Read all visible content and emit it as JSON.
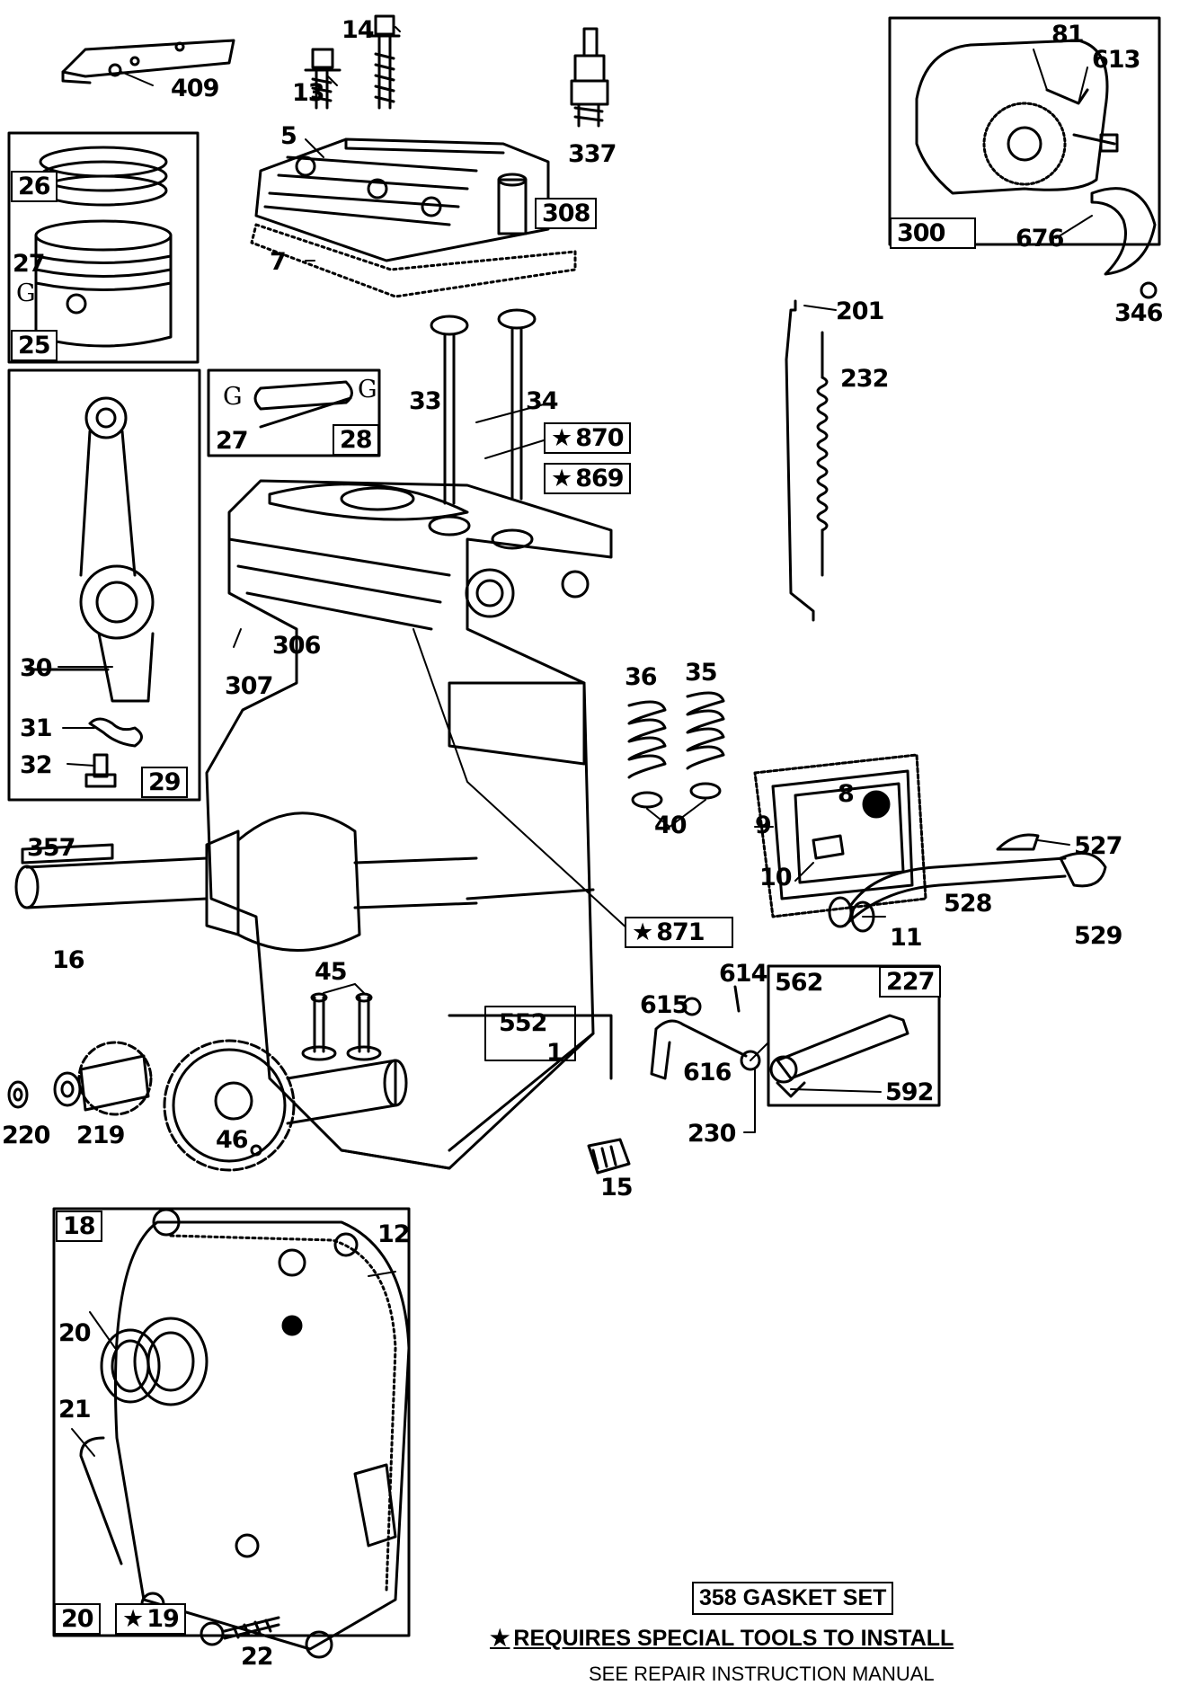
{
  "callouts": {
    "c409": "409",
    "c14": "14",
    "c13": "13",
    "c337": "337",
    "c5": "5",
    "c308": "308",
    "c7": "7",
    "c26": "26",
    "c27a": "27",
    "c27a_g": "G",
    "c25": "25",
    "c27b": "27",
    "c28": "28",
    "c28_g1": "G",
    "c28_g2": "G",
    "c33": "33",
    "c34": "34",
    "c870": "870",
    "c869": "869",
    "c30": "30",
    "c31": "31",
    "c32": "32",
    "c29": "29",
    "c306": "306",
    "c307": "307",
    "c36": "36",
    "c35": "35",
    "c40": "40",
    "c300": "300",
    "c81": "81",
    "c613": "613",
    "c676": "676",
    "c346": "346",
    "c201": "201",
    "c232": "232",
    "c8": "8",
    "c9": "9",
    "c10": "10",
    "c527": "527",
    "c528": "528",
    "c11": "11",
    "c529": "529",
    "c357": "357",
    "c16": "16",
    "c871": "871",
    "c45": "45",
    "c552": "552",
    "c1": "1",
    "c614": "614",
    "c615": "615",
    "c616": "616",
    "c562": "562",
    "c227": "227",
    "c592": "592",
    "c230": "230",
    "c220": "220",
    "c219": "219",
    "c46": "46",
    "c15": "15",
    "c18": "18",
    "c12": "12",
    "c20a": "20",
    "c21": "21",
    "c20b": "20",
    "c19": "19",
    "c22": "22"
  },
  "footer": {
    "gasket_set": "358 GASKET SET",
    "special_tools": "REQUIRES SPECIAL TOOLS TO INSTALL",
    "manual": "SEE REPAIR INSTRUCTION MANUAL"
  }
}
